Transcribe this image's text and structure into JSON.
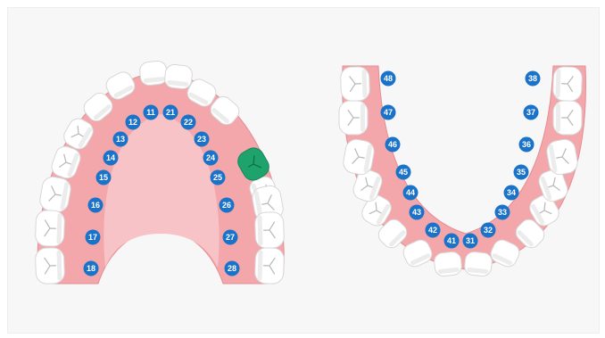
{
  "colors": {
    "background": "#f7f7f7",
    "gum": "#f3a7ab",
    "gum_edge": "#e58d93",
    "palate": "#f8c3c6",
    "tooth": "#ffffff",
    "tooth_outline": "#d7d7d7",
    "tooth_shade": "#ececec",
    "badge": "#1a73c9",
    "selected_tooth": "#1fa36c"
  },
  "upper_jaw": {
    "teeth": [
      {
        "number": "11",
        "selected": false
      },
      {
        "number": "12",
        "selected": false
      },
      {
        "number": "13",
        "selected": false
      },
      {
        "number": "14",
        "selected": false
      },
      {
        "number": "15",
        "selected": false
      },
      {
        "number": "16",
        "selected": false
      },
      {
        "number": "17",
        "selected": false
      },
      {
        "number": "18",
        "selected": false
      },
      {
        "number": "21",
        "selected": false
      },
      {
        "number": "22",
        "selected": false
      },
      {
        "number": "23",
        "selected": false
      },
      {
        "number": "24",
        "selected": true
      },
      {
        "number": "25",
        "selected": false
      },
      {
        "number": "26",
        "selected": false
      },
      {
        "number": "27",
        "selected": false
      },
      {
        "number": "28",
        "selected": false
      }
    ]
  },
  "lower_jaw": {
    "teeth": [
      {
        "number": "31",
        "selected": false
      },
      {
        "number": "32",
        "selected": false
      },
      {
        "number": "33",
        "selected": false
      },
      {
        "number": "34",
        "selected": false
      },
      {
        "number": "35",
        "selected": false
      },
      {
        "number": "36",
        "selected": false
      },
      {
        "number": "37",
        "selected": false
      },
      {
        "number": "38",
        "selected": false
      },
      {
        "number": "41",
        "selected": false
      },
      {
        "number": "42",
        "selected": false
      },
      {
        "number": "43",
        "selected": false
      },
      {
        "number": "44",
        "selected": false
      },
      {
        "number": "45",
        "selected": false
      },
      {
        "number": "46",
        "selected": false
      },
      {
        "number": "47",
        "selected": false
      },
      {
        "number": "48",
        "selected": false
      }
    ]
  }
}
